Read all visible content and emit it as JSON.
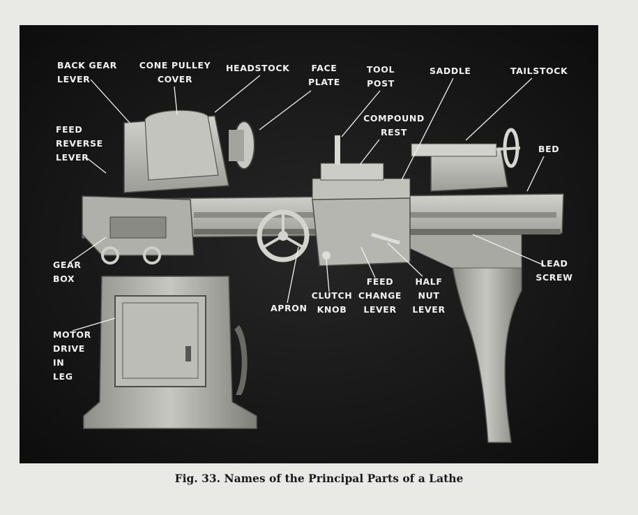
{
  "figure": {
    "caption": "Fig. 33. Names of the Principal Parts of a Lathe"
  },
  "labels": {
    "back_gear_lever": "BACK GEAR\nLEVER",
    "cone_pulley_cover": "CONE PULLEY\nCOVER",
    "headstock": "HEADSTOCK",
    "face_plate": "FACE\nPLATE",
    "tool_post": "TOOL\nPOST",
    "saddle": "SADDLE",
    "tailstock": "TAILSTOCK",
    "compound_rest": "COMPOUND\nREST",
    "feed_reverse_lever": "FEED\nREVERSE\nLEVER",
    "bed": "BED",
    "gear_box": "GEAR\nBOX",
    "lead_screw": "LEAD\nSCREW",
    "apron": "APRON",
    "clutch_knob": "CLUTCH\nKNOB",
    "feed_change_lever": "FEED\nCHANGE\nLEVER",
    "half_nut_lever": "HALF\nNUT\nLEVER",
    "motor_drive_in_leg": "MOTOR\nDRIVE\nIN\nLEG"
  },
  "colors": {
    "photo_background": "#161616",
    "machine_body": "#b9b9b3",
    "label_text": "#f2f2f2",
    "page": "#e9e9e6"
  }
}
